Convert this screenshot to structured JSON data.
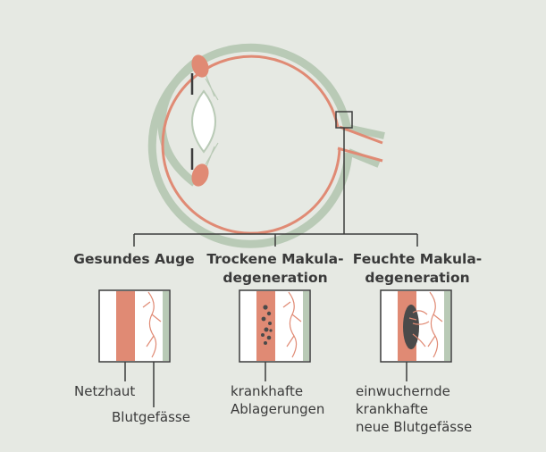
{
  "colors": {
    "background": "#e6e9e3",
    "sclera": "#b9cab6",
    "retina": "#e08a74",
    "lens": "#ffffff",
    "lines": "#3c3c3c",
    "drusen": "#4a4a4a"
  },
  "panels": [
    {
      "title_line1": "Gesundes Auge",
      "title_line2": ""
    },
    {
      "title_line1": "Trockene Makula-",
      "title_line2": "degeneration"
    },
    {
      "title_line1": "Feuchte Makula-",
      "title_line2": "degeneration"
    }
  ],
  "labels": {
    "netzhaut": "Netzhaut",
    "blutgefaesse": "Blutgefässe",
    "dry_line1": "krankhafte",
    "dry_line2": "Ablagerungen",
    "wet_line1": "einwuchernde",
    "wet_line2": "krankhafte",
    "wet_line3": "neue Blutgefässe"
  }
}
